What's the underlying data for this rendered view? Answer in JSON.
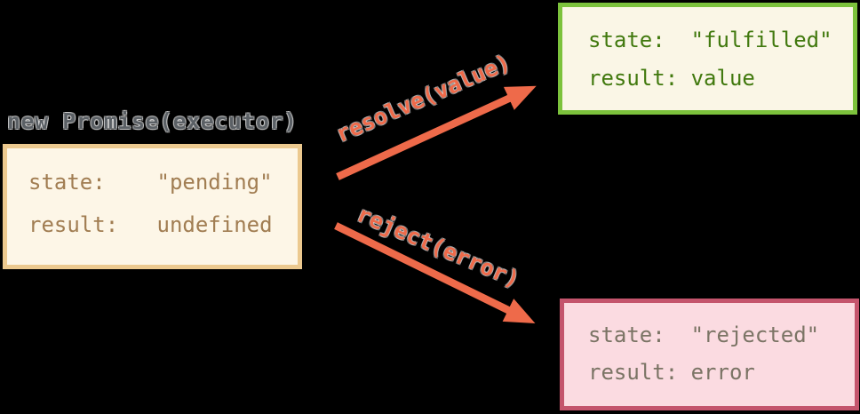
{
  "promise_label": "new Promise(executor)",
  "boxes": {
    "pending": {
      "state_line": "state:    \"pending\"",
      "result_line": "result:   undefined",
      "background": "#fdf6e7",
      "border_color": "#ecc98f",
      "text_color": "#a17d52"
    },
    "fulfilled": {
      "state_line": "state:  \"fulfilled\"",
      "result_line": "result: value",
      "background": "#faf6e6",
      "border_color": "#7cc23c",
      "text_color": "#41790e"
    },
    "rejected": {
      "state_line": "state:  \"rejected\"",
      "result_line": "result: error",
      "background": "#fbdbe1",
      "border_color": "#c4546c",
      "text_color": "#7b7465"
    }
  },
  "transitions": {
    "resolve_label": "resolve(value)",
    "reject_label": "reject(error)",
    "arrow_color": "#ee6a4a"
  },
  "colors": {
    "page_background": "#000000",
    "promise_label_color": "#5b6065"
  }
}
